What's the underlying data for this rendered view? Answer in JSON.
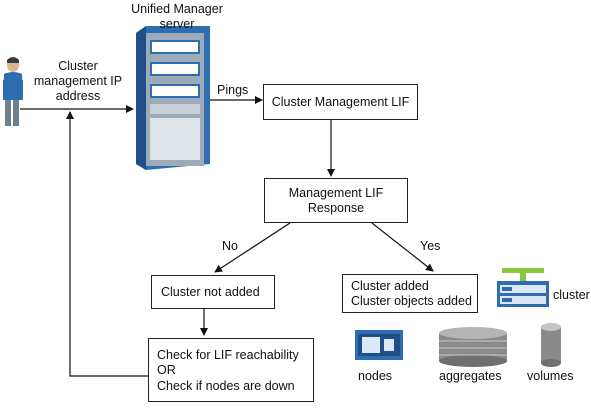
{
  "server": {
    "title_line1": "Unified Manager",
    "title_line2": "server"
  },
  "user": {
    "label_line1": "Cluster",
    "label_line2": "management IP",
    "label_line3": "address"
  },
  "edges": {
    "pings": "Pings",
    "no": "No",
    "yes": "Yes"
  },
  "boxes": {
    "cluster_lif": "Cluster Management LIF",
    "response_line1": "Management LIF",
    "response_line2": "Response",
    "not_added": "Cluster not added",
    "added_line1": "Cluster added",
    "added_line2": "Cluster objects added",
    "check_line1": "Check for LIF reachability",
    "check_line2": "OR",
    "check_line3": "Check if nodes are down"
  },
  "objects": {
    "cluster": "cluster",
    "nodes": "nodes",
    "aggregates": "aggregates",
    "volumes": "volumes"
  },
  "colors": {
    "icon_blue": "#2f6db3",
    "icon_light": "#dce8f5",
    "cluster_green": "#8cc63f",
    "disk_gray": "#8a8a8a"
  }
}
